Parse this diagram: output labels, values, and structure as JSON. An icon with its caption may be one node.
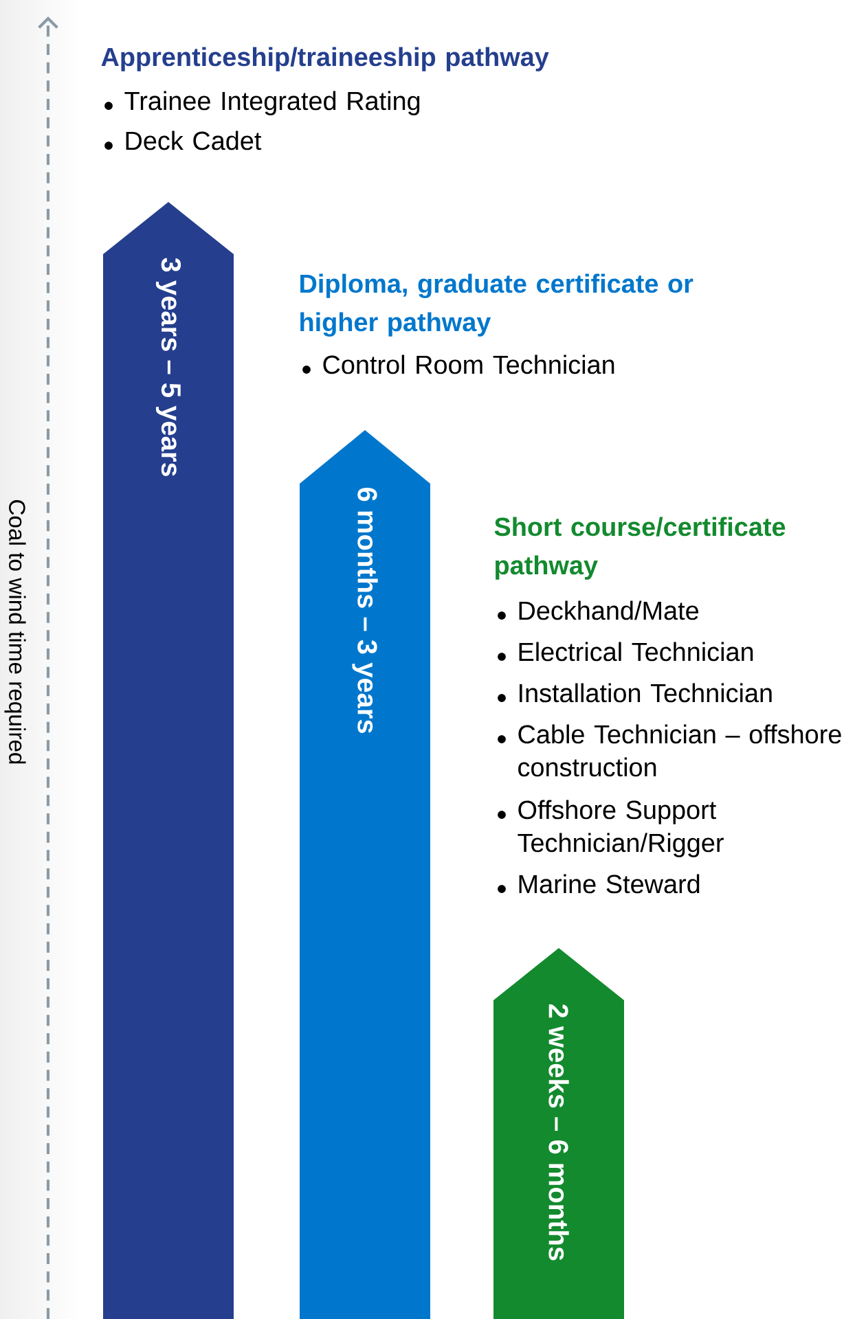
{
  "diagram": {
    "nodes": [
      {
        "text": [
          "Apprenticeship/traineeship pathway",
          "Trainee Integrated Rating",
          "Deck Cadet",
          "3 years – 5 years"
        ]
      },
      {
        "text": [
          "Diploma, graduate certificate or higher pathway",
          "Control Room Technician",
          "6 months – 3 years"
        ]
      },
      {
        "text": [
          "Short course/certificate pathway",
          "Deckhand/Mate",
          "Electrical Technician",
          "Installation Technician",
          "Cable Technician – offshore construction",
          "Offshore Support Technician/Rigger",
          "Marine Steward",
          "2 weeks – 6 months"
        ]
      }
    ],
    "labels": [
      "Coal to wind time required"
    ]
  }
}
